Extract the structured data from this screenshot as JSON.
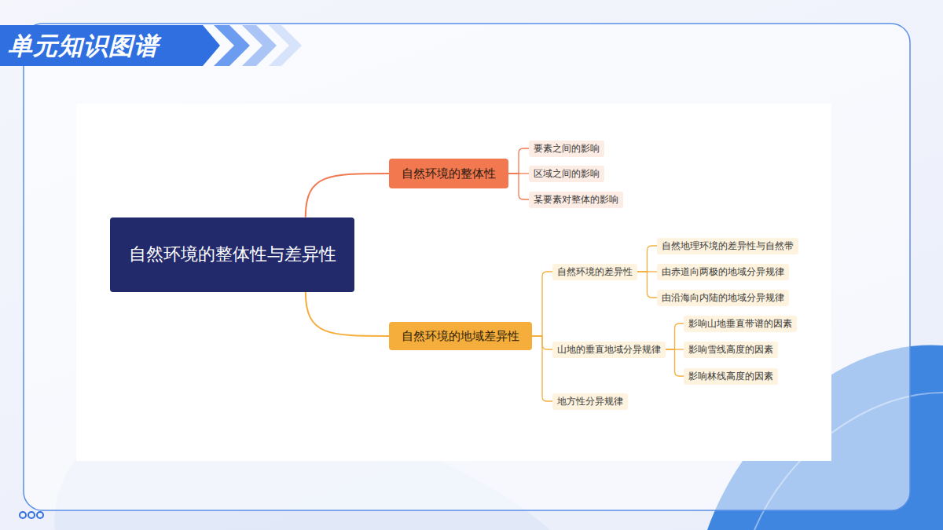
{
  "diagram": {
    "title": "单元知识图谱",
    "nodes": [
      {
        "text": [
          "自然环境的整体性与差异性"
        ]
      },
      {
        "text": [
          "自然环境的整体性"
        ]
      },
      {
        "text": [
          "要素之间的影响"
        ]
      },
      {
        "text": [
          "区域之间的影响"
        ]
      },
      {
        "text": [
          "某要素对整体的影响"
        ]
      },
      {
        "text": [
          "自然环境的地域差异性"
        ]
      },
      {
        "text": [
          "自然环境的差异性"
        ]
      },
      {
        "text": [
          "自然地理环境的差异性与自然带"
        ]
      },
      {
        "text": [
          "由赤道向两极的地域分异规律"
        ]
      },
      {
        "text": [
          "由沿海向内陆的地域分异规律"
        ]
      },
      {
        "text": [
          "山地的垂直地域分异规律"
        ]
      },
      {
        "text": [
          "影响山地垂直带谱的因素"
        ]
      },
      {
        "text": [
          "影响雪线高度的因素"
        ]
      },
      {
        "text": [
          "影响林线高度的因素"
        ]
      },
      {
        "text": [
          "地方性分异规律"
        ]
      }
    ],
    "edges": [
      {
        "from": 0,
        "to": 1,
        "arrow": "none"
      },
      {
        "from": 1,
        "to": 2,
        "arrow": "none"
      },
      {
        "from": 1,
        "to": 3,
        "arrow": "none"
      },
      {
        "from": 1,
        "to": 4,
        "arrow": "none"
      },
      {
        "from": 0,
        "to": 5,
        "arrow": "none"
      },
      {
        "from": 5,
        "to": 6,
        "arrow": "none"
      },
      {
        "from": 6,
        "to": 7,
        "arrow": "none"
      },
      {
        "from": 6,
        "to": 8,
        "arrow": "none"
      },
      {
        "from": 6,
        "to": 9,
        "arrow": "none"
      },
      {
        "from": 5,
        "to": 10,
        "arrow": "none"
      },
      {
        "from": 10,
        "to": 11,
        "arrow": "none"
      },
      {
        "from": 10,
        "to": 12,
        "arrow": "none"
      },
      {
        "from": 10,
        "to": 13,
        "arrow": "none"
      },
      {
        "from": 5,
        "to": 14,
        "arrow": "none"
      }
    ]
  }
}
